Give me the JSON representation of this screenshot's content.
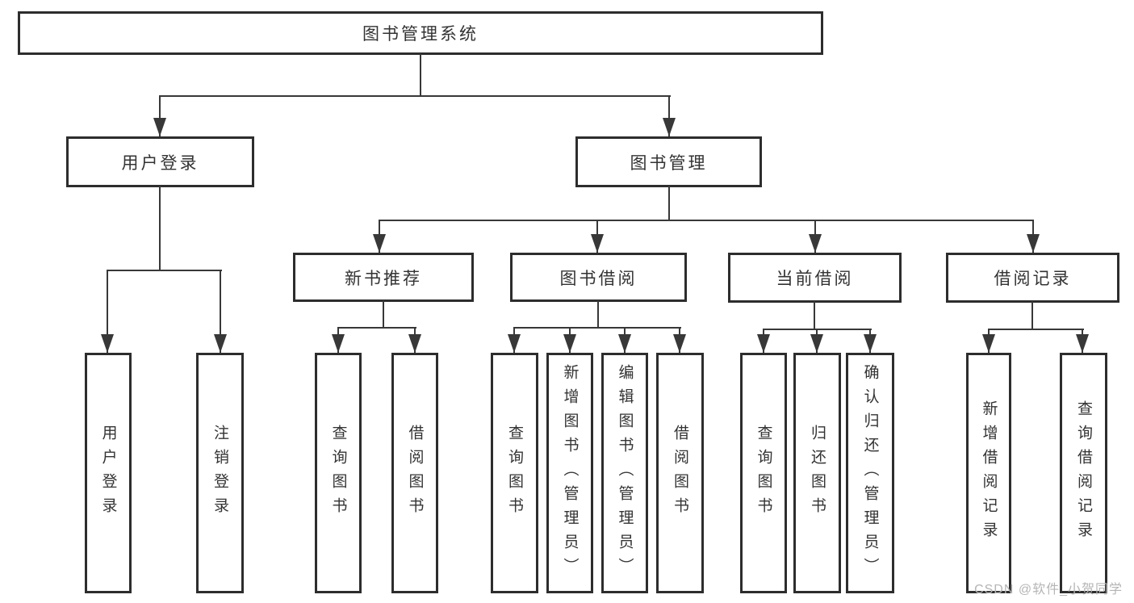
{
  "tree": {
    "root": {
      "label": "图书管理系统"
    },
    "branches": [
      {
        "label": "用户登录",
        "children": [
          {
            "label": "用户登录"
          },
          {
            "label": "注销登录"
          }
        ]
      },
      {
        "label": "图书管理",
        "children": [
          {
            "label": "新书推荐",
            "children": [
              {
                "label": "查询图书"
              },
              {
                "label": "借阅图书"
              }
            ]
          },
          {
            "label": "图书借阅",
            "children": [
              {
                "label": "查询图书"
              },
              {
                "label": "新增图书（管理员）"
              },
              {
                "label": "编辑图书（管理员）"
              },
              {
                "label": "借阅图书"
              }
            ]
          },
          {
            "label": "当前借阅",
            "children": [
              {
                "label": "查询图书"
              },
              {
                "label": "归还图书"
              },
              {
                "label": "确认归还（管理员）"
              }
            ]
          },
          {
            "label": "借阅记录",
            "children": [
              {
                "label": "新增借阅记录"
              },
              {
                "label": "查询借阅记录"
              }
            ]
          }
        ]
      }
    ]
  },
  "watermark": {
    "text": "CSDN @软件_小贺同学"
  },
  "colors": {
    "background": "#ffffff",
    "border": "#2d2d2d",
    "line": "#383838",
    "text": "#333333",
    "watermark": "#b5b5b5"
  }
}
